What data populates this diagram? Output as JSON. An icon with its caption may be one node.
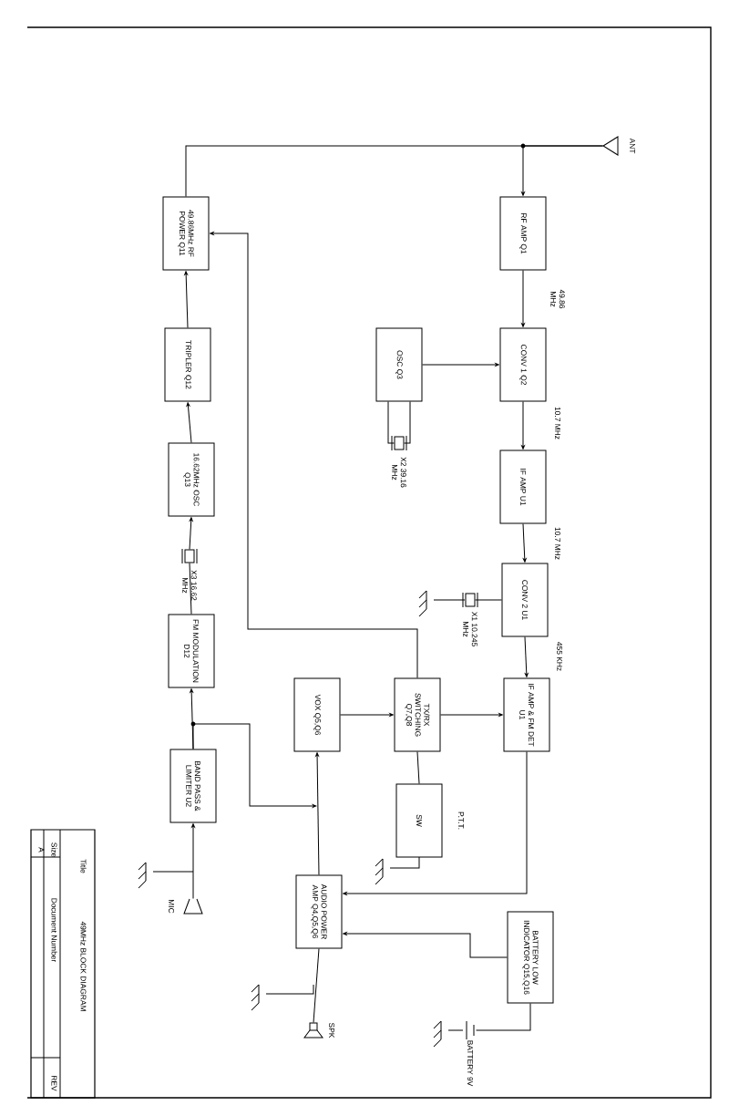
{
  "diagram": {
    "nodes": [
      {
        "text": [
          "ANT"
        ]
      },
      {
        "text": [
          "RF AMP Q1"
        ]
      },
      {
        "text": [
          "OSC Q3"
        ]
      },
      {
        "text": [
          "CONV 1 Q2"
        ]
      },
      {
        "text": [
          "X2 39.16 MHz"
        ]
      },
      {
        "text": [
          "IF AMP U1"
        ]
      },
      {
        "text": [
          "X1 10.245 MHz"
        ]
      },
      {
        "text": [
          "CONV 2 U1"
        ]
      },
      {
        "text": [
          "VOX Q5,Q6"
        ]
      },
      {
        "text": [
          "TX/RX SWITCHING Q7,Q8"
        ]
      },
      {
        "text": [
          "IF AMP & FM DET U1"
        ]
      },
      {
        "text": [
          "SW"
        ],
        "beside": [
          "P.T.T."
        ]
      },
      {
        "text": [
          "AUDIO POWER AMP Q4,Q5,Q6"
        ]
      },
      {
        "text": [
          "BATTERY LOW INDICATOR Q15,Q16"
        ]
      },
      {
        "text": [
          "BATTERY 9V"
        ]
      },
      {
        "text": [
          "SPK"
        ]
      },
      {
        "text": [
          "BAND PASS & LIMITER U2"
        ]
      },
      {
        "text": [
          "MIC"
        ]
      },
      {
        "text": [
          "FM MODULATION D12"
        ]
      },
      {
        "text": [
          "X3 16.62 MHz"
        ]
      },
      {
        "text": [
          "16.62MHz OSC Q13"
        ]
      },
      {
        "text": [
          "TRIPLER Q12"
        ]
      },
      {
        "text": [
          "49.86MHz RF POWER Q11"
        ]
      }
    ],
    "edges": [
      {
        "from": 0,
        "to": 1,
        "arrow": "to"
      },
      {
        "from": 22,
        "to": 0,
        "arrow": "none"
      },
      {
        "from": 1,
        "to": 3,
        "arrow": "to",
        "label": "49.86 MHz"
      },
      {
        "from": 2,
        "to": 3,
        "arrow": "to"
      },
      {
        "from": 2,
        "to": 4,
        "arrow": "none"
      },
      {
        "from": 3,
        "to": 5,
        "arrow": "to",
        "label": "10.7 MHz"
      },
      {
        "from": 5,
        "to": 7,
        "arrow": "to",
        "label": "10.7 MHz"
      },
      {
        "from": 6,
        "to": 7,
        "arrow": "none"
      },
      {
        "from": 7,
        "to": 10,
        "arrow": "to",
        "label": "455 KHz"
      },
      {
        "from": 9,
        "to": 10,
        "arrow": "to"
      },
      {
        "from": 8,
        "to": 9,
        "arrow": "to"
      },
      {
        "from": 9,
        "to": 22,
        "arrow": "to"
      },
      {
        "from": 9,
        "to": 11,
        "arrow": "none"
      },
      {
        "from": 10,
        "to": 12,
        "arrow": "to"
      },
      {
        "from": 13,
        "to": 12,
        "arrow": "to"
      },
      {
        "from": 12,
        "to": 8,
        "arrow": "to"
      },
      {
        "from": 16,
        "to": 18,
        "arrow": "to"
      },
      {
        "from": 16,
        "to": 8,
        "arrow": "to"
      },
      {
        "from": 17,
        "to": 16,
        "arrow": "to"
      },
      {
        "from": 18,
        "to": 19,
        "arrow": "none"
      },
      {
        "from": 19,
        "to": 20,
        "arrow": "to"
      },
      {
        "from": 20,
        "to": 21,
        "arrow": "to"
      },
      {
        "from": 21,
        "to": 22,
        "arrow": "to"
      },
      {
        "from": 12,
        "to": 15,
        "arrow": "none"
      },
      {
        "from": 14,
        "to": 13,
        "arrow": "none"
      }
    ],
    "labels": [
      "Title",
      "49MHz BLOCK DIAGRAM",
      "Size",
      "A",
      "Document Number",
      "REV"
    ]
  }
}
